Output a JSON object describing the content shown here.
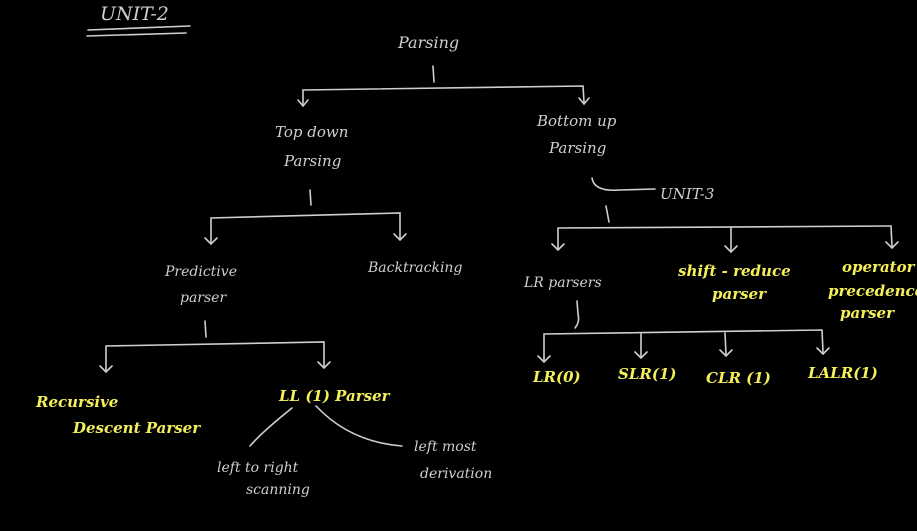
{
  "colors": {
    "background": "#000000",
    "ink": "#cfcfcf",
    "highlight": "#f5f05a"
  },
  "header": {
    "unit": "UNIT-2"
  },
  "tree": {
    "root": "Parsing",
    "top_down": {
      "line1": "Top down",
      "line2": "Parsing"
    },
    "bottom_up": {
      "line1": "Bottom up",
      "line2": "Parsing"
    },
    "unit3": "UNIT-3",
    "predictive": {
      "line1": "Predictive",
      "line2": "parser"
    },
    "backtracking": "Backtracking",
    "lr": "LR parsers",
    "shift_reduce": {
      "line1": "shift - reduce",
      "line2": "parser"
    },
    "operator": {
      "line1": "operator",
      "line2": "precedence",
      "line3": "parser"
    },
    "recursive": {
      "line1": "Recursive",
      "line2": "Descent  Parser"
    },
    "ll1": "LL (1) Parser",
    "lr0": "LR(0)",
    "slr1": "SLR(1)",
    "clr1": "CLR (1)",
    "lalr1": "LALR(1)",
    "left_to_right": {
      "line1": "left to right",
      "line2": "scanning"
    },
    "left_most": {
      "line1": "left most",
      "line2": "derivation"
    }
  }
}
